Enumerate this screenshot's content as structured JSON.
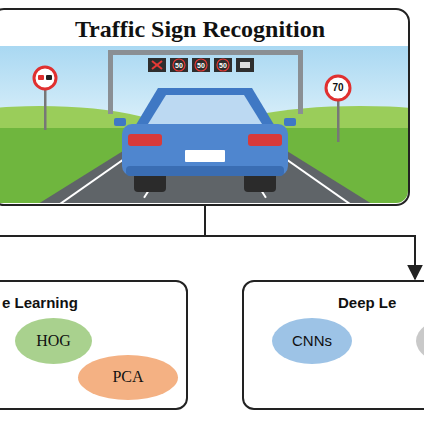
{
  "diagram": {
    "nodes": [
      {
        "text": [
          "Traffic Sign Recognition"
        ]
      },
      {
        "text": [
          "e Learning"
        ]
      },
      {
        "text": [
          "HOG"
        ],
        "in": 1
      },
      {
        "text": [
          "PCA"
        ],
        "in": 1
      },
      {
        "text": [
          "Deep Le"
        ]
      },
      {
        "text": [
          "CNNs"
        ],
        "in": 4
      }
    ],
    "edges": [
      {
        "from": 0,
        "to": 1,
        "arrow": "to"
      },
      {
        "from": 0,
        "to": 4,
        "arrow": "to"
      }
    ],
    "labels": [
      "50",
      "50",
      "50",
      "70"
    ]
  }
}
